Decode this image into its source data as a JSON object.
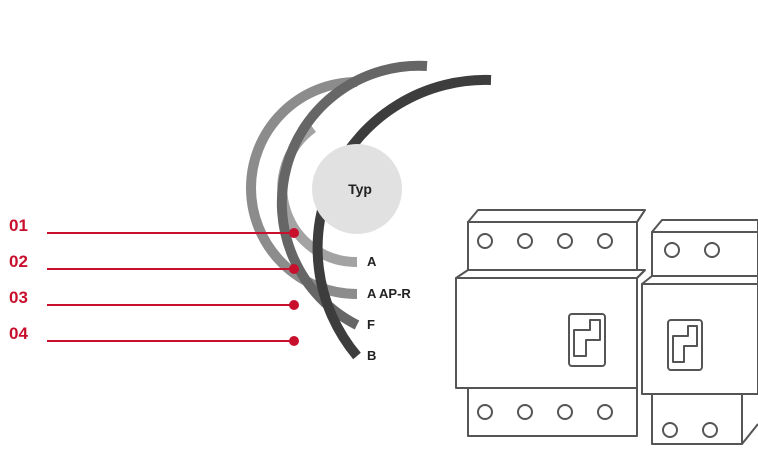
{
  "center_label": "Typ",
  "markers": [
    {
      "num": "01",
      "type": "A"
    },
    {
      "num": "02",
      "type": "A AP-R"
    },
    {
      "num": "03",
      "type": "F"
    },
    {
      "num": "04",
      "type": "B"
    }
  ],
  "colors": {
    "accent": "#c8102e",
    "arc_1": "#a3a3a3",
    "arc_2": "#8c8c8c",
    "arc_3": "#666666",
    "arc_4": "#3d3d3d",
    "center_fill": "#e1e1e1",
    "device_stroke": "#555555"
  },
  "icons": [
    "rcd-breaker-4pole-icon",
    "rcd-breaker-2pole-icon"
  ]
}
